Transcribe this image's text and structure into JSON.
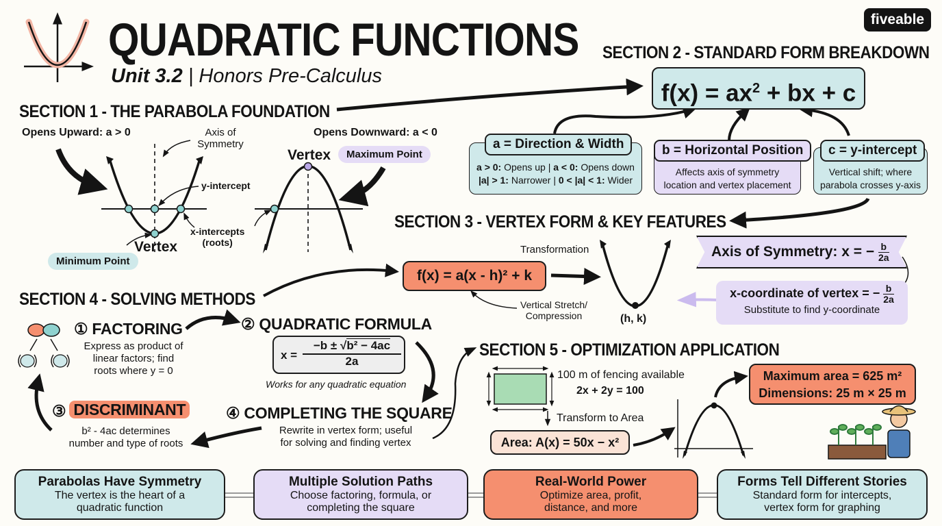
{
  "brand": "fiveable",
  "title": "QUADRATIC FUNCTIONS",
  "subtitle_unit": "Unit 3.2",
  "subtitle_sep": "|",
  "subtitle_course": "Honors Pre-Calculus",
  "colors": {
    "teal": "#cfe9ea",
    "lavender": "#e5dcf6",
    "coral": "#f58f6f",
    "peach": "#fbe3d6",
    "green": "#a9dcb4",
    "purple_dot": "#b9a7e6",
    "teal_dot": "#8fd2cf"
  },
  "section1": {
    "title": "SECTION 1 - THE PARABOLA FOUNDATION",
    "opens_up": "Opens Upward: a > 0",
    "opens_down": "Opens Downward: a < 0",
    "axis_symmetry": "Axis of Symmetry",
    "y_intercept": "y-intercept",
    "x_intercepts": "x-intercepts",
    "roots": "(roots)",
    "vertex_up": "Vertex",
    "vertex_down": "Vertex",
    "min_point": "Minimum Point",
    "max_point": "Maximum Point"
  },
  "section2": {
    "title": "SECTION 2 - STANDARD FORM BREAKDOWN",
    "formula_prefix": "f(x) = ax",
    "formula_exp": "2",
    "formula_suffix": " + bx + c",
    "a_head": "a = Direction & Width",
    "a_line1_b1": "a > 0:",
    "a_line1_t1": " Opens up | ",
    "a_line1_b2": "a < 0:",
    "a_line1_t2": " Opens down",
    "a_line2_b1": "|a| > 1:",
    "a_line2_t1": " Narrower | ",
    "a_line2_b2": "0 < |a| < 1:",
    "a_line2_t2": " Wider",
    "b_head": "b = Horizontal Position",
    "b_line1": "Affects axis of symmetry",
    "b_line2": "location and vertex placement",
    "c_head": "c = y-intercept",
    "c_line1": "Vertical shift; where",
    "c_line2": "parabola crosses y-axis"
  },
  "section3": {
    "title": "SECTION 3 - VERTEX FORM & KEY FEATURES",
    "vertex_form": "f(x) = a(x - h)² + k",
    "transformation": "Transformation",
    "stretch": "Vertical Stretch/",
    "compression": "Compression",
    "hk": "(h, k)",
    "axis_label": "Axis of Symmetry: x = −",
    "axis_num": "b",
    "axis_den": "2a",
    "xcoord_label": "x-coordinate of vertex = −",
    "xcoord_num": "b",
    "xcoord_den": "2a",
    "substitute": "Substitute to find y-coordinate"
  },
  "section4": {
    "title": "SECTION 4 - SOLVING METHODS",
    "m1_num": "①",
    "m1": "FACTORING",
    "m1_d1": "Express as product of",
    "m1_d2": "linear factors; find",
    "m1_d3": "roots where y = 0",
    "m2_num": "②",
    "m2": "QUADRATIC FORMULA",
    "qf_lhs": "x =",
    "qf_num_a": "−b ±",
    "qf_num_b": "b² − 4ac",
    "qf_den": "2a",
    "m2_note": "Works for any quadratic equation",
    "m3_num": "③",
    "m3": "DISCRIMINANT",
    "m3_d1": "b² - 4ac determines",
    "m3_d2": "number and type of roots",
    "m4_num": "④",
    "m4": "COMPLETING THE SQUARE",
    "m4_d1": "Rewrite in vertex form; useful",
    "m4_d2": "for solving and finding vertex"
  },
  "section5": {
    "title": "SECTION 5 - OPTIMIZATION APPLICATION",
    "fencing": "100 m of fencing available",
    "perimeter": "2x + 2y = 100",
    "transform": "Transform to Area",
    "area": "Area: A(x) = 50x − x²",
    "result1": "Maximum area = 625 m²",
    "result2": "Dimensions: 25 m × 25 m"
  },
  "bottom": [
    {
      "head": "Parabolas Have Symmetry",
      "line1": "The vertex is the heart of a",
      "line2": "quadratic function"
    },
    {
      "head": "Multiple Solution Paths",
      "line1": "Choose factoring, formula, or",
      "line2": "completing the square"
    },
    {
      "head": "Real-World Power",
      "line1": "Optimize area, profit,",
      "line2": "distance, and more"
    },
    {
      "head": "Forms Tell Different Stories",
      "line1": "Standard form for intercepts,",
      "line2": "vertex form for graphing"
    }
  ]
}
